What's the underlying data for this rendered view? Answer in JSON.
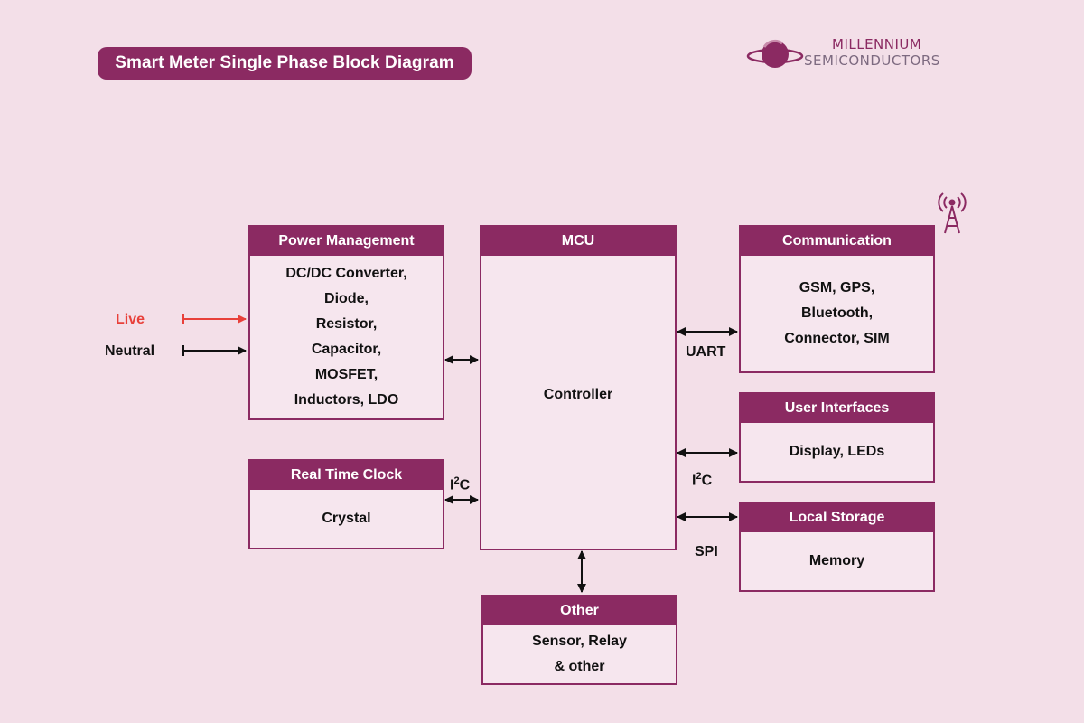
{
  "title": "Smart Meter Single Phase Block Diagram",
  "logo": {
    "line1": "MILLENNIUM",
    "line2": "SEMICONDUCTORS",
    "icon": "planet-ring-icon"
  },
  "tower_icon": "radio-tower-icon",
  "colors": {
    "accent": "#8b2a62",
    "background": "#f3dfe8",
    "live_wire": "#e8403a"
  },
  "inputs": {
    "live": "Live",
    "neutral": "Neutral"
  },
  "blocks": {
    "power": {
      "header": "Power Management",
      "lines": [
        "DC/DC Converter,",
        "Diode,",
        "Resistor,",
        "Capacitor,",
        "MOSFET,",
        "Inductors, LDO"
      ]
    },
    "rtc": {
      "header": "Real Time Clock",
      "lines": [
        "Crystal"
      ]
    },
    "mcu": {
      "header": "MCU",
      "lines": [
        "Controller"
      ]
    },
    "comm": {
      "header": "Communication",
      "lines": [
        "GSM, GPS,",
        "Bluetooth,",
        "Connector, SIM"
      ]
    },
    "ui": {
      "header": "User Interfaces",
      "lines": [
        "Display, LEDs"
      ]
    },
    "storage": {
      "header": "Local Storage",
      "lines": [
        "Memory"
      ]
    },
    "other": {
      "header": "Other",
      "lines": [
        "Sensor, Relay",
        "& other"
      ]
    }
  },
  "links": {
    "rtc_i2c": {
      "base": "I",
      "sup": "2",
      "tail": "C"
    },
    "uart": "UART",
    "ui_i2c": {
      "base": "I",
      "sup": "2",
      "tail": "C"
    },
    "spi": "SPI"
  }
}
